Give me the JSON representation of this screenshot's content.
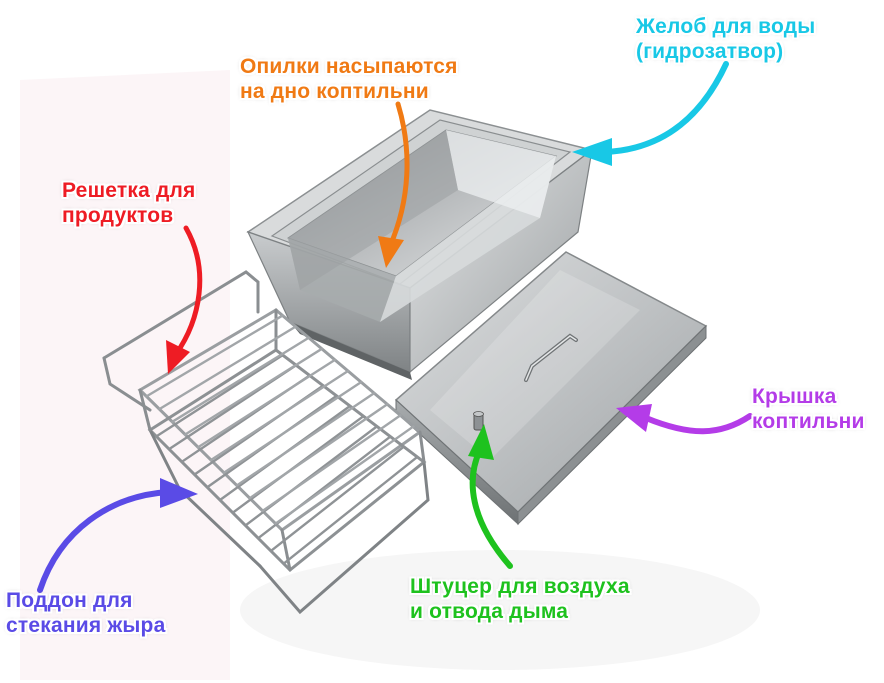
{
  "labels": {
    "sawdust": {
      "line1": "Опилки насыпаются",
      "line2": "на дно коптильни",
      "color": "#f07a14"
    },
    "water_trough": {
      "line1": "Желоб для воды",
      "line2": "(гидрозатвор)",
      "color": "#18c8e6"
    },
    "grill": {
      "line1": "Решетка для",
      "line2": "продуктов",
      "color": "#ee1c24"
    },
    "lid": {
      "line1": "Крышка",
      "line2": "коптильни",
      "color": "#b43ce8"
    },
    "drip_tray": {
      "line1": "Поддон для",
      "line2": "стекания жыра",
      "color": "#5a4be6"
    },
    "fitting": {
      "line1": "Штуцер для воздуха",
      "line2": "и отвода дыма",
      "color": "#1ec21e"
    }
  },
  "objects": {
    "smoker_box": "stainless-steel-smoker-box",
    "lid": "stainless-steel-lid",
    "grill_rack": "wire-grill-rack"
  }
}
